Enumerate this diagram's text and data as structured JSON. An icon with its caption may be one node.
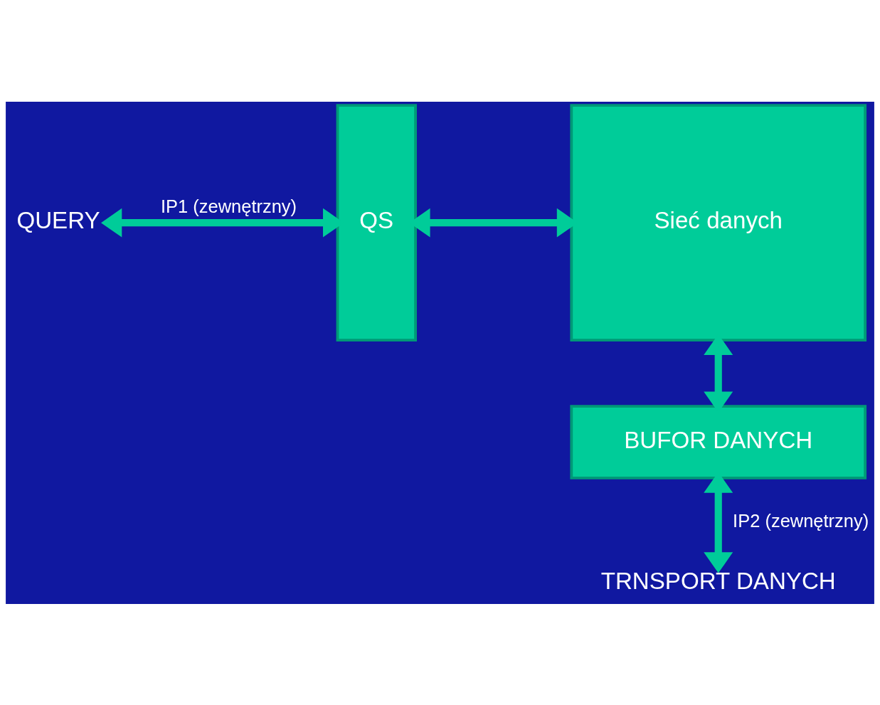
{
  "diagram": {
    "nodes": [
      {
        "text": [
          "QUERY"
        ]
      },
      {
        "text": [
          "QS"
        ]
      },
      {
        "text": [
          "Sieć danych"
        ]
      },
      {
        "text": [
          "BUFOR DANYCH"
        ]
      },
      {
        "text": [
          "TRNSPORT DANYCH"
        ]
      }
    ],
    "edges": [
      {
        "from": 0,
        "to": 1,
        "arrow": "both",
        "label": "IP1 (zewnętrzny)"
      },
      {
        "from": 1,
        "to": 2,
        "arrow": "both"
      },
      {
        "from": 2,
        "to": 3,
        "arrow": "both"
      },
      {
        "from": 3,
        "to": 4,
        "arrow": "both",
        "label": "IP2 (zewnętrzny)"
      }
    ]
  }
}
